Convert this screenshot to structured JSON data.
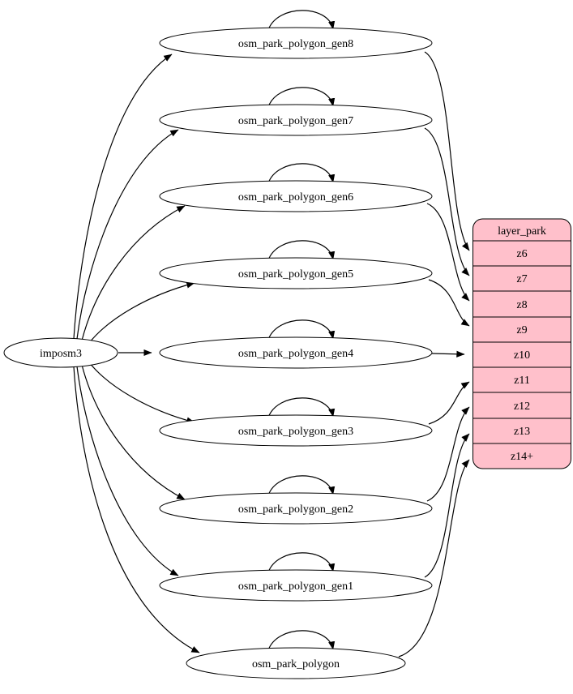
{
  "diagram": {
    "type": "graphviz-digraph",
    "background": "#ffffff",
    "node_fill": "#ffffff",
    "edge_color": "#000000",
    "source": {
      "label": "imposm3"
    },
    "nodes": [
      {
        "label": "osm_park_polygon_gen8"
      },
      {
        "label": "osm_park_polygon_gen7"
      },
      {
        "label": "osm_park_polygon_gen6"
      },
      {
        "label": "osm_park_polygon_gen5"
      },
      {
        "label": "osm_park_polygon_gen4"
      },
      {
        "label": "osm_park_polygon_gen3"
      },
      {
        "label": "osm_park_polygon_gen2"
      },
      {
        "label": "osm_park_polygon_gen1"
      },
      {
        "label": "osm_park_polygon"
      }
    ],
    "layer_table": {
      "title": "layer_park",
      "fill": "#ffc0cb",
      "rows": [
        "z6",
        "z7",
        "z8",
        "z9",
        "z10",
        "z11",
        "z12",
        "z13",
        "z14+"
      ]
    },
    "edges": [
      {
        "from": "imposm3",
        "to": "osm_park_polygon_gen8"
      },
      {
        "from": "imposm3",
        "to": "osm_park_polygon_gen7"
      },
      {
        "from": "imposm3",
        "to": "osm_park_polygon_gen6"
      },
      {
        "from": "imposm3",
        "to": "osm_park_polygon_gen5"
      },
      {
        "from": "imposm3",
        "to": "osm_park_polygon_gen4"
      },
      {
        "from": "imposm3",
        "to": "osm_park_polygon_gen3"
      },
      {
        "from": "imposm3",
        "to": "osm_park_polygon_gen2"
      },
      {
        "from": "imposm3",
        "to": "osm_park_polygon_gen1"
      },
      {
        "from": "imposm3",
        "to": "osm_park_polygon"
      },
      {
        "from": "osm_park_polygon_gen8",
        "to": "osm_park_polygon_gen8",
        "type": "self-loop"
      },
      {
        "from": "osm_park_polygon_gen7",
        "to": "osm_park_polygon_gen7",
        "type": "self-loop"
      },
      {
        "from": "osm_park_polygon_gen6",
        "to": "osm_park_polygon_gen6",
        "type": "self-loop"
      },
      {
        "from": "osm_park_polygon_gen5",
        "to": "osm_park_polygon_gen5",
        "type": "self-loop"
      },
      {
        "from": "osm_park_polygon_gen4",
        "to": "osm_park_polygon_gen4",
        "type": "self-loop"
      },
      {
        "from": "osm_park_polygon_gen3",
        "to": "osm_park_polygon_gen3",
        "type": "self-loop"
      },
      {
        "from": "osm_park_polygon_gen2",
        "to": "osm_park_polygon_gen2",
        "type": "self-loop"
      },
      {
        "from": "osm_park_polygon_gen1",
        "to": "osm_park_polygon_gen1",
        "type": "self-loop"
      },
      {
        "from": "osm_park_polygon",
        "to": "osm_park_polygon",
        "type": "self-loop"
      },
      {
        "from": "osm_park_polygon_gen8",
        "to": "layer_park:z6"
      },
      {
        "from": "osm_park_polygon_gen7",
        "to": "layer_park:z7"
      },
      {
        "from": "osm_park_polygon_gen6",
        "to": "layer_park:z8"
      },
      {
        "from": "osm_park_polygon_gen5",
        "to": "layer_park:z9"
      },
      {
        "from": "osm_park_polygon_gen4",
        "to": "layer_park:z10"
      },
      {
        "from": "osm_park_polygon_gen3",
        "to": "layer_park:z11"
      },
      {
        "from": "osm_park_polygon_gen2",
        "to": "layer_park:z12"
      },
      {
        "from": "osm_park_polygon_gen1",
        "to": "layer_park:z13"
      },
      {
        "from": "osm_park_polygon",
        "to": "layer_park:z14+"
      }
    ]
  }
}
